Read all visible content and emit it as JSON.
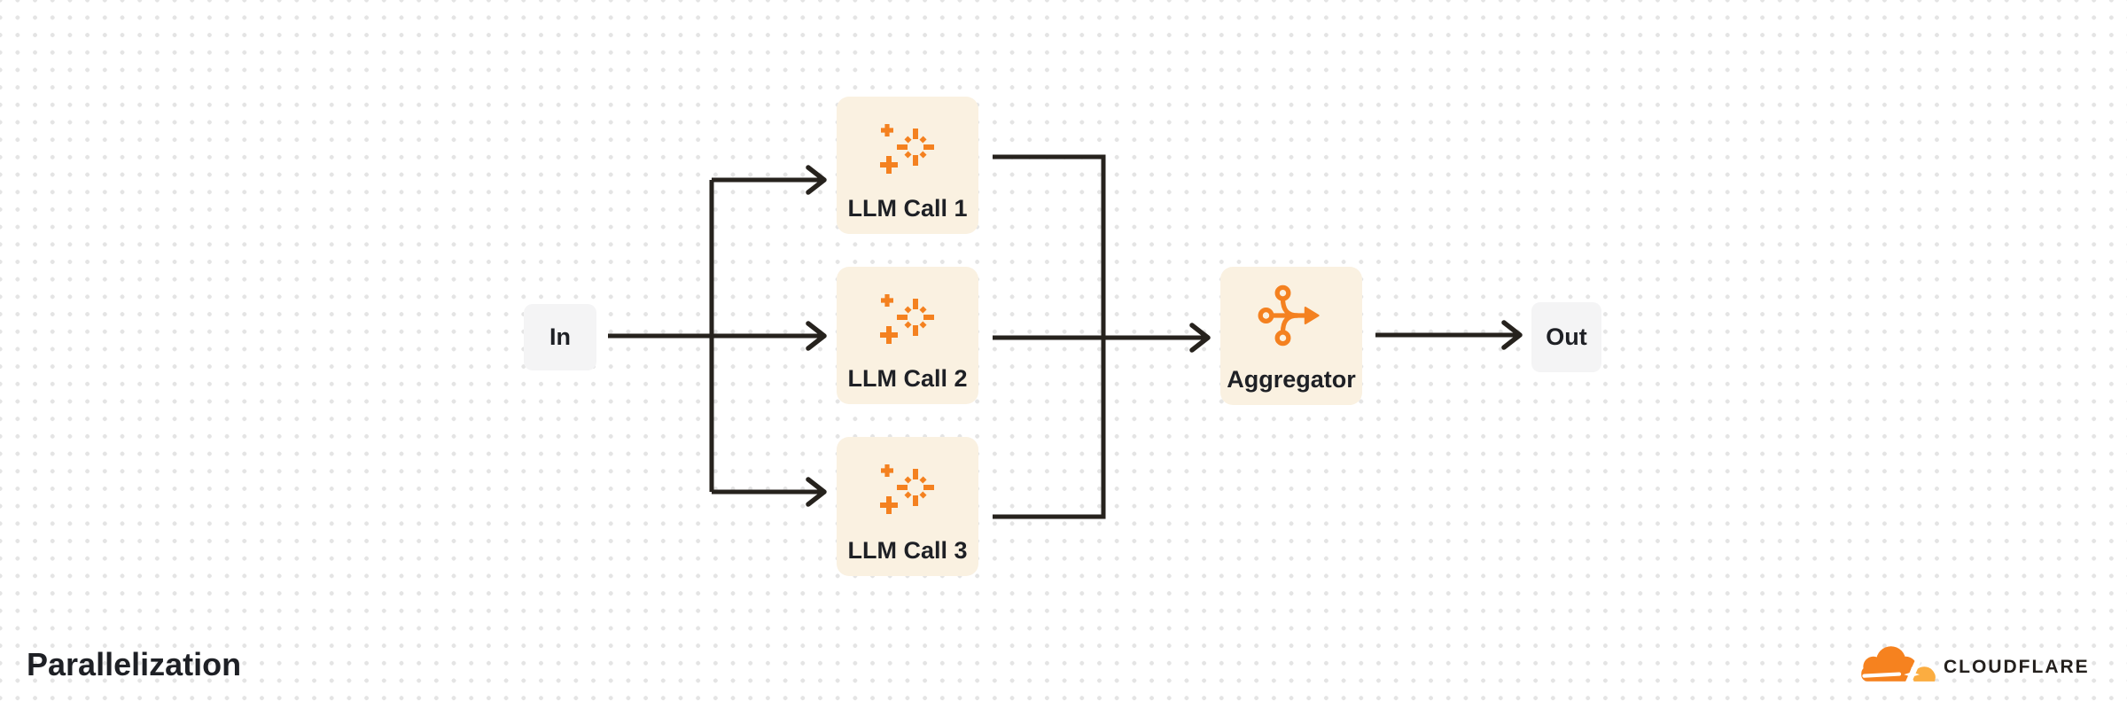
{
  "title": "Parallelization",
  "brand": {
    "wordmark": "CLOUDFLARE"
  },
  "colors": {
    "background": "#ffffff",
    "dot_grid": "#e4e4e4",
    "connector_line": "#26221d",
    "task_box_fill": "#faf1e1",
    "io_box_fill": "#f4f4f5",
    "accent_orange": "#f48120",
    "brand_orange": "#f6821f",
    "brand_orange_light": "#fbad41",
    "label_text": "#1e2025"
  },
  "diagram": {
    "nodes": [
      {
        "id": "in",
        "label": "In",
        "kind": "io"
      },
      {
        "id": "llm-call-1",
        "label": "LLM Call 1",
        "kind": "task",
        "icon": "sparkle-icon"
      },
      {
        "id": "llm-call-2",
        "label": "LLM Call 2",
        "kind": "task",
        "icon": "sparkle-icon"
      },
      {
        "id": "llm-call-3",
        "label": "LLM Call 3",
        "kind": "task",
        "icon": "sparkle-icon"
      },
      {
        "id": "aggregator",
        "label": "Aggregator",
        "kind": "task",
        "icon": "merge-arrow-icon"
      },
      {
        "id": "out",
        "label": "Out",
        "kind": "io"
      }
    ],
    "edges": [
      {
        "from": "in",
        "to": "llm-call-1"
      },
      {
        "from": "in",
        "to": "llm-call-2"
      },
      {
        "from": "in",
        "to": "llm-call-3"
      },
      {
        "from": "llm-call-1",
        "to": "aggregator"
      },
      {
        "from": "llm-call-2",
        "to": "aggregator"
      },
      {
        "from": "llm-call-3",
        "to": "aggregator"
      },
      {
        "from": "aggregator",
        "to": "out"
      }
    ]
  }
}
